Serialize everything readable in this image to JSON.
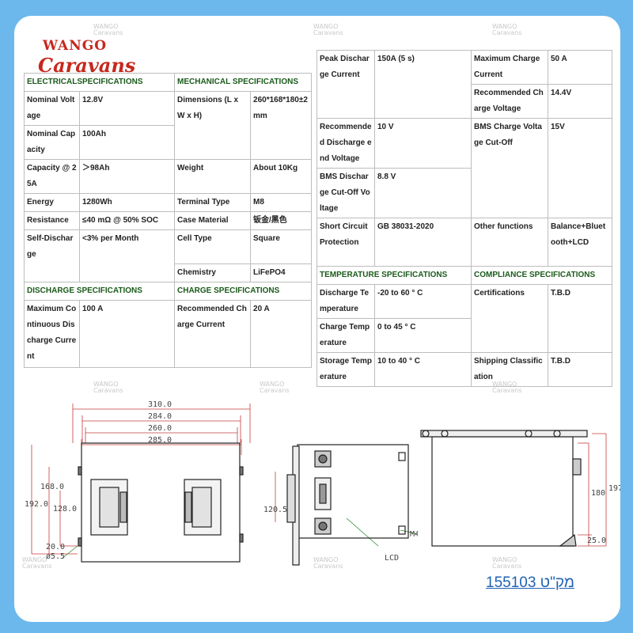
{
  "logo": {
    "line1": "WANGO",
    "line2": "Caravans"
  },
  "watermark": {
    "line1": "WANGO",
    "line2": "Caravans"
  },
  "left_table": {
    "elec_header": "ELECTRICALSPECIFICATIONS",
    "mech_header": "MECHANICAL SPECIFICATIONS",
    "rows": [
      {
        "l1": "Nominal Voltage",
        "v1": "12.8V",
        "l2": "Dimensions (L x W x H)",
        "v2": "260*168*180±2mm"
      },
      {
        "l1": "Nominal Capacity",
        "v1": "100Ah",
        "l2": "",
        "v2": ""
      },
      {
        "l1": "Capacity @ 25A",
        "v1": "＞98Ah",
        "l2": "Weight",
        "v2": "About   10Kg"
      },
      {
        "l1": "Energy",
        "v1": "1280Wh",
        "l2": "Terminal Type",
        "v2": "M8"
      },
      {
        "l1": "Resistance",
        "v1": "≤40 mΩ @ 50% SOC",
        "l2": "Case Material",
        "v2": "钣金/黑色"
      },
      {
        "l1": "Self-Discharge",
        "v1": "<3% per Month",
        "l2": "Cell Type",
        "v2": "Square"
      },
      {
        "l1": "",
        "v1": "",
        "l2": "Chemistry",
        "v2": "LiFePO4"
      }
    ],
    "dis_header": "DISCHARGE SPECIFICATIONS",
    "chg_header": "CHARGE SPECIFICATIONS",
    "dis_label": "Maximum Continuous Discharge Current",
    "dis_value": "100 A",
    "chg_label": "Recommended Charge Current",
    "chg_value": "20 A"
  },
  "right_table": {
    "peak_label": "Peak Discharge Current",
    "peak_value": "150A (5 s)",
    "max_charge_label": "Maximum Charge Current",
    "max_charge_value": "50 A",
    "rec_charge_v_label": "Recommended Charge Voltage",
    "rec_charge_v_value": "14.4V",
    "rec_dis_label": "Recommended Discharge end Voltage",
    "rec_dis_value": "10 V",
    "bms_charge_label": "BMS Charge Voltage Cut-Off",
    "bms_charge_value": "15V",
    "bms_dis_label": "BMS Discharge Cut-Off Voltage",
    "bms_dis_value": "8.8 V",
    "short_label": "Short Circuit Protection",
    "short_value": "GB 38031-2020",
    "other_label": "Other functions",
    "other_value": "Balance+Bluetooth+LCD",
    "temp_header": "TEMPERATURE SPECIFICATIONS",
    "comp_header": "COMPLIANCE SPECIFICATIONS",
    "dis_temp_label": "Discharge Temperature",
    "dis_temp_value": "-20 to 60   ° C",
    "cert_label": "Certifications",
    "cert_value": "T.B.D",
    "chg_temp_label": "Charge Temperature",
    "chg_temp_value": "0 to 45   ° C",
    "sto_temp_label": "Storage Temperature",
    "sto_temp_value": "10 to 40   ° C",
    "ship_label": "Shipping Classification",
    "ship_value": "T.B.D"
  },
  "drawing": {
    "d310": "310.0",
    "d284": "284.0",
    "d260": "260.0",
    "d285": "285.0",
    "d192": "192.0",
    "d168": "168.0",
    "d128": "128.0",
    "d20": "20.0",
    "d55": "ø5.5",
    "d1205": "120.5",
    "lcd": "LCD",
    "m4": "M4",
    "d197": "197",
    "d180": "180",
    "d25": "25.0"
  },
  "part_number": "מק\"ט 155103"
}
